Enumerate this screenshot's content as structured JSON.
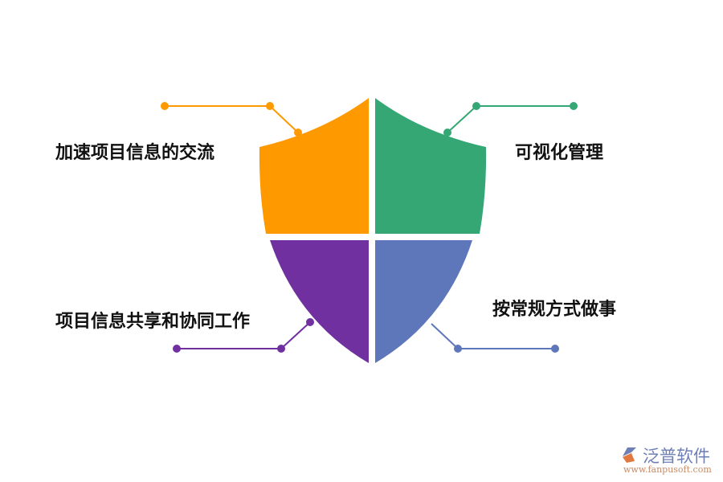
{
  "diagram": {
    "type": "shield-quadrant",
    "quadrants": [
      {
        "position": "top-left",
        "label": "加速项目信息的交流",
        "color": "#FF9900"
      },
      {
        "position": "top-right",
        "label": "可视化管理",
        "color": "#35A774"
      },
      {
        "position": "bottom-left",
        "label": "项目信息共享和协同工作",
        "color": "#7030A0"
      },
      {
        "position": "bottom-right",
        "label": "按常规方式做事",
        "color": "#5E77BA"
      }
    ]
  },
  "logo": {
    "name": "泛普软件",
    "url": "www.fanpusoft.com"
  }
}
